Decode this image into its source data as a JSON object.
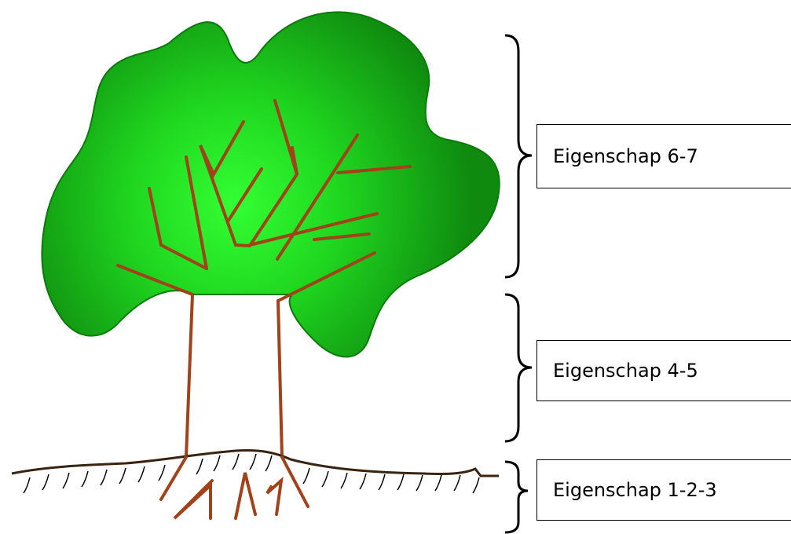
{
  "labels": {
    "crown": "Eigenschap 6-7",
    "trunk": "Eigenschap 4-5",
    "roots": "Eigenschap 1-2-3"
  },
  "colors": {
    "foliage_light": "#22ee22",
    "foliage_dark": "#119911",
    "foliage_outline": "#0a7a0a",
    "branch": "#a0431a",
    "ground": "#3a2410",
    "bracket": "#000000"
  }
}
